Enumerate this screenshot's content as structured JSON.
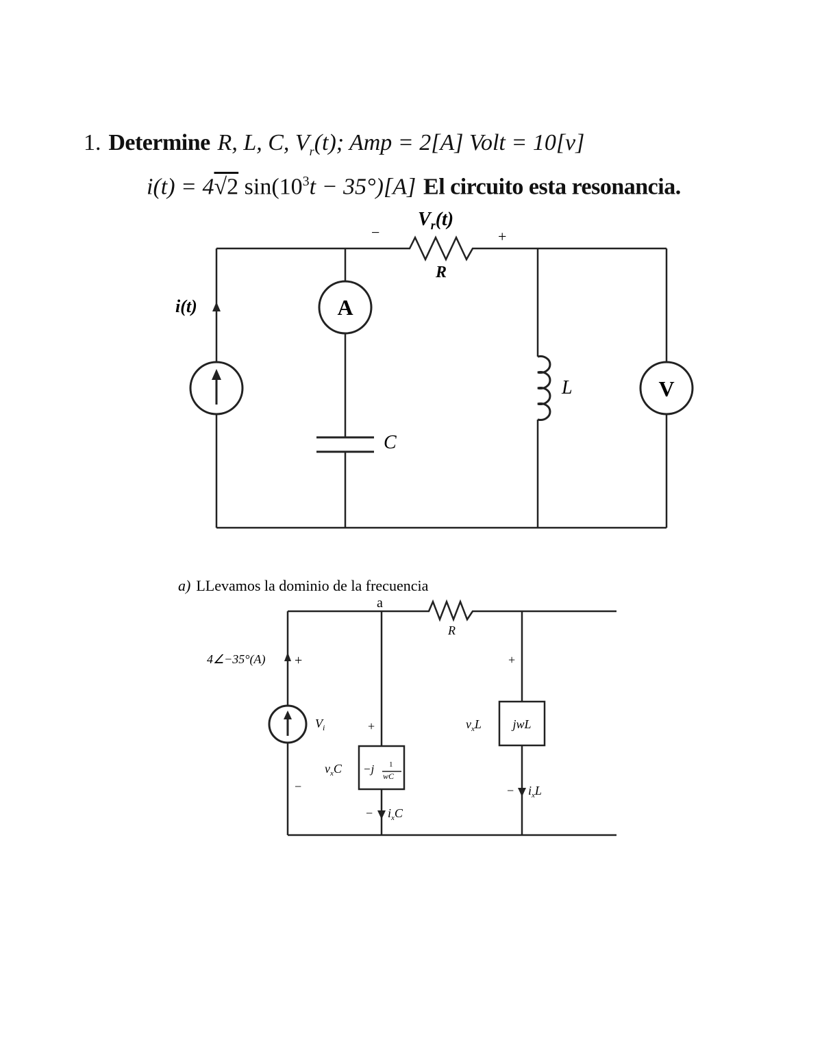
{
  "problem": {
    "number": "1.",
    "verb": "Determine",
    "unknowns": "R, L, C, V",
    "unknowns_sub": "r",
    "unknowns_tail": "(t); Amp = 2[A] Volt = 10[v]",
    "current_lhs": "i(t) = 4",
    "current_sqrt": "√2",
    "current_mid": " sin(10",
    "current_exp": "3",
    "current_tail": "t − 35°)[A]",
    "statement": "El circuito esta resonancia."
  },
  "circuit1": {
    "vr_label": "V",
    "vr_sub": "r",
    "vr_tail": "(t)",
    "minus": "−",
    "plus": "+",
    "resistor": "R",
    "source_label": "i(t)",
    "ammeter": "A",
    "voltmeter": "V",
    "inductor": "L",
    "capacitor": "C"
  },
  "circuit2": {
    "heading_item": "a)",
    "heading_text": "LLevamos la dominio de la frecuencia",
    "node": "a",
    "resistor": "R",
    "source_value": "4∠−35°(A)",
    "source_plus": "+",
    "source_voltage": "V",
    "source_voltage_sub": "i",
    "source_minus": "−",
    "cap_plus": "+",
    "cap_voltage": "v",
    "cap_voltage_sub": "x",
    "cap_voltage_tail": "C",
    "cap_impedance": "−j",
    "cap_impedance_num": "1",
    "cap_impedance_den": "wC",
    "cap_minus": "−",
    "cap_current": "i",
    "cap_current_sub": "x",
    "cap_current_tail": "C",
    "ind_plus": "+",
    "ind_voltage": "v",
    "ind_voltage_sub": "x",
    "ind_voltage_tail": "L",
    "ind_impedance": "jwL",
    "ind_minus": "−",
    "ind_current": "i",
    "ind_current_sub": "x",
    "ind_current_tail": "L"
  }
}
